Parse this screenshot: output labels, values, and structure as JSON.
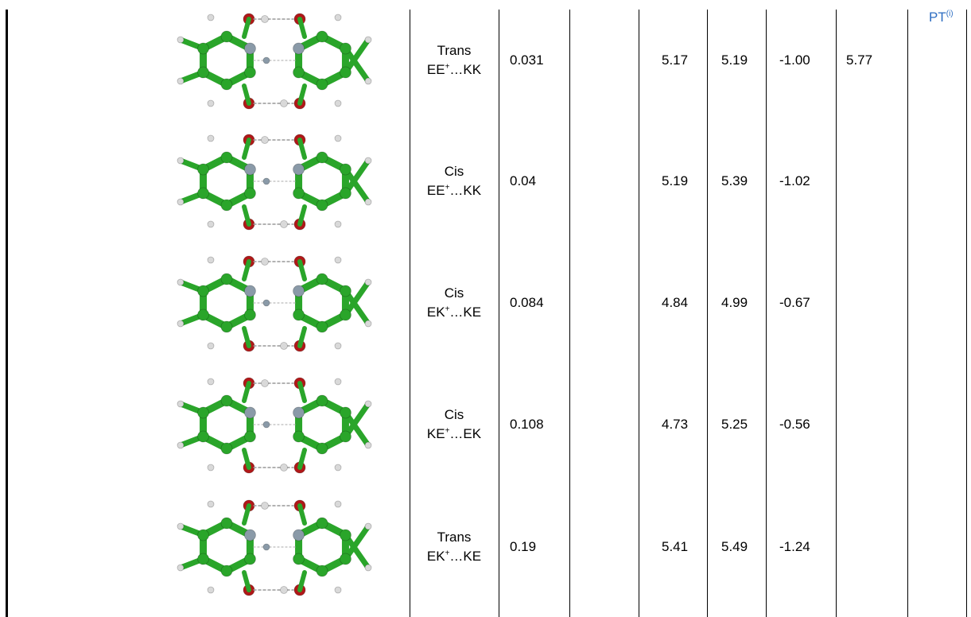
{
  "rows": [
    {
      "conf": "Trans",
      "pair_a": "EE",
      "pair_b": "…KK",
      "value": "0.031",
      "d1": "5.17",
      "d2": "5.19",
      "d3": "-1.00",
      "d4": "5.77",
      "note": "PT",
      "note_sup": "(i)"
    },
    {
      "conf": "Cis",
      "pair_a": "EE",
      "pair_b": "…KK",
      "value": "0.04",
      "d1": "5.19",
      "d2": "5.39",
      "d3": "-1.02",
      "d4": "",
      "note": "",
      "note_sup": ""
    },
    {
      "conf": "Cis",
      "pair_a": "EK",
      "pair_b": "…KE",
      "value": "0.084",
      "d1": "4.84",
      "d2": "4.99",
      "d3": "-0.67",
      "d4": "",
      "note": "",
      "note_sup": ""
    },
    {
      "conf": "Cis",
      "pair_a": "KE",
      "pair_b": "…EK",
      "value": "0.108",
      "d1": "4.73",
      "d2": "5.25",
      "d3": "-0.56",
      "d4": "",
      "note": "",
      "note_sup": ""
    },
    {
      "conf": "Trans",
      "pair_a": "EK",
      "pair_b": "…KE",
      "value": "0.19",
      "d1": "5.41",
      "d2": "5.49",
      "d3": "-1.24",
      "d4": "",
      "note": "",
      "note_sup": ""
    }
  ],
  "plus_sign": "+",
  "colors": {
    "carbon": "#2aa52a",
    "oxygen": "#b01818",
    "nitrogen": "#8a9aa8",
    "hydrogen": "#d9d9d9",
    "link": "#2e6ec2"
  }
}
